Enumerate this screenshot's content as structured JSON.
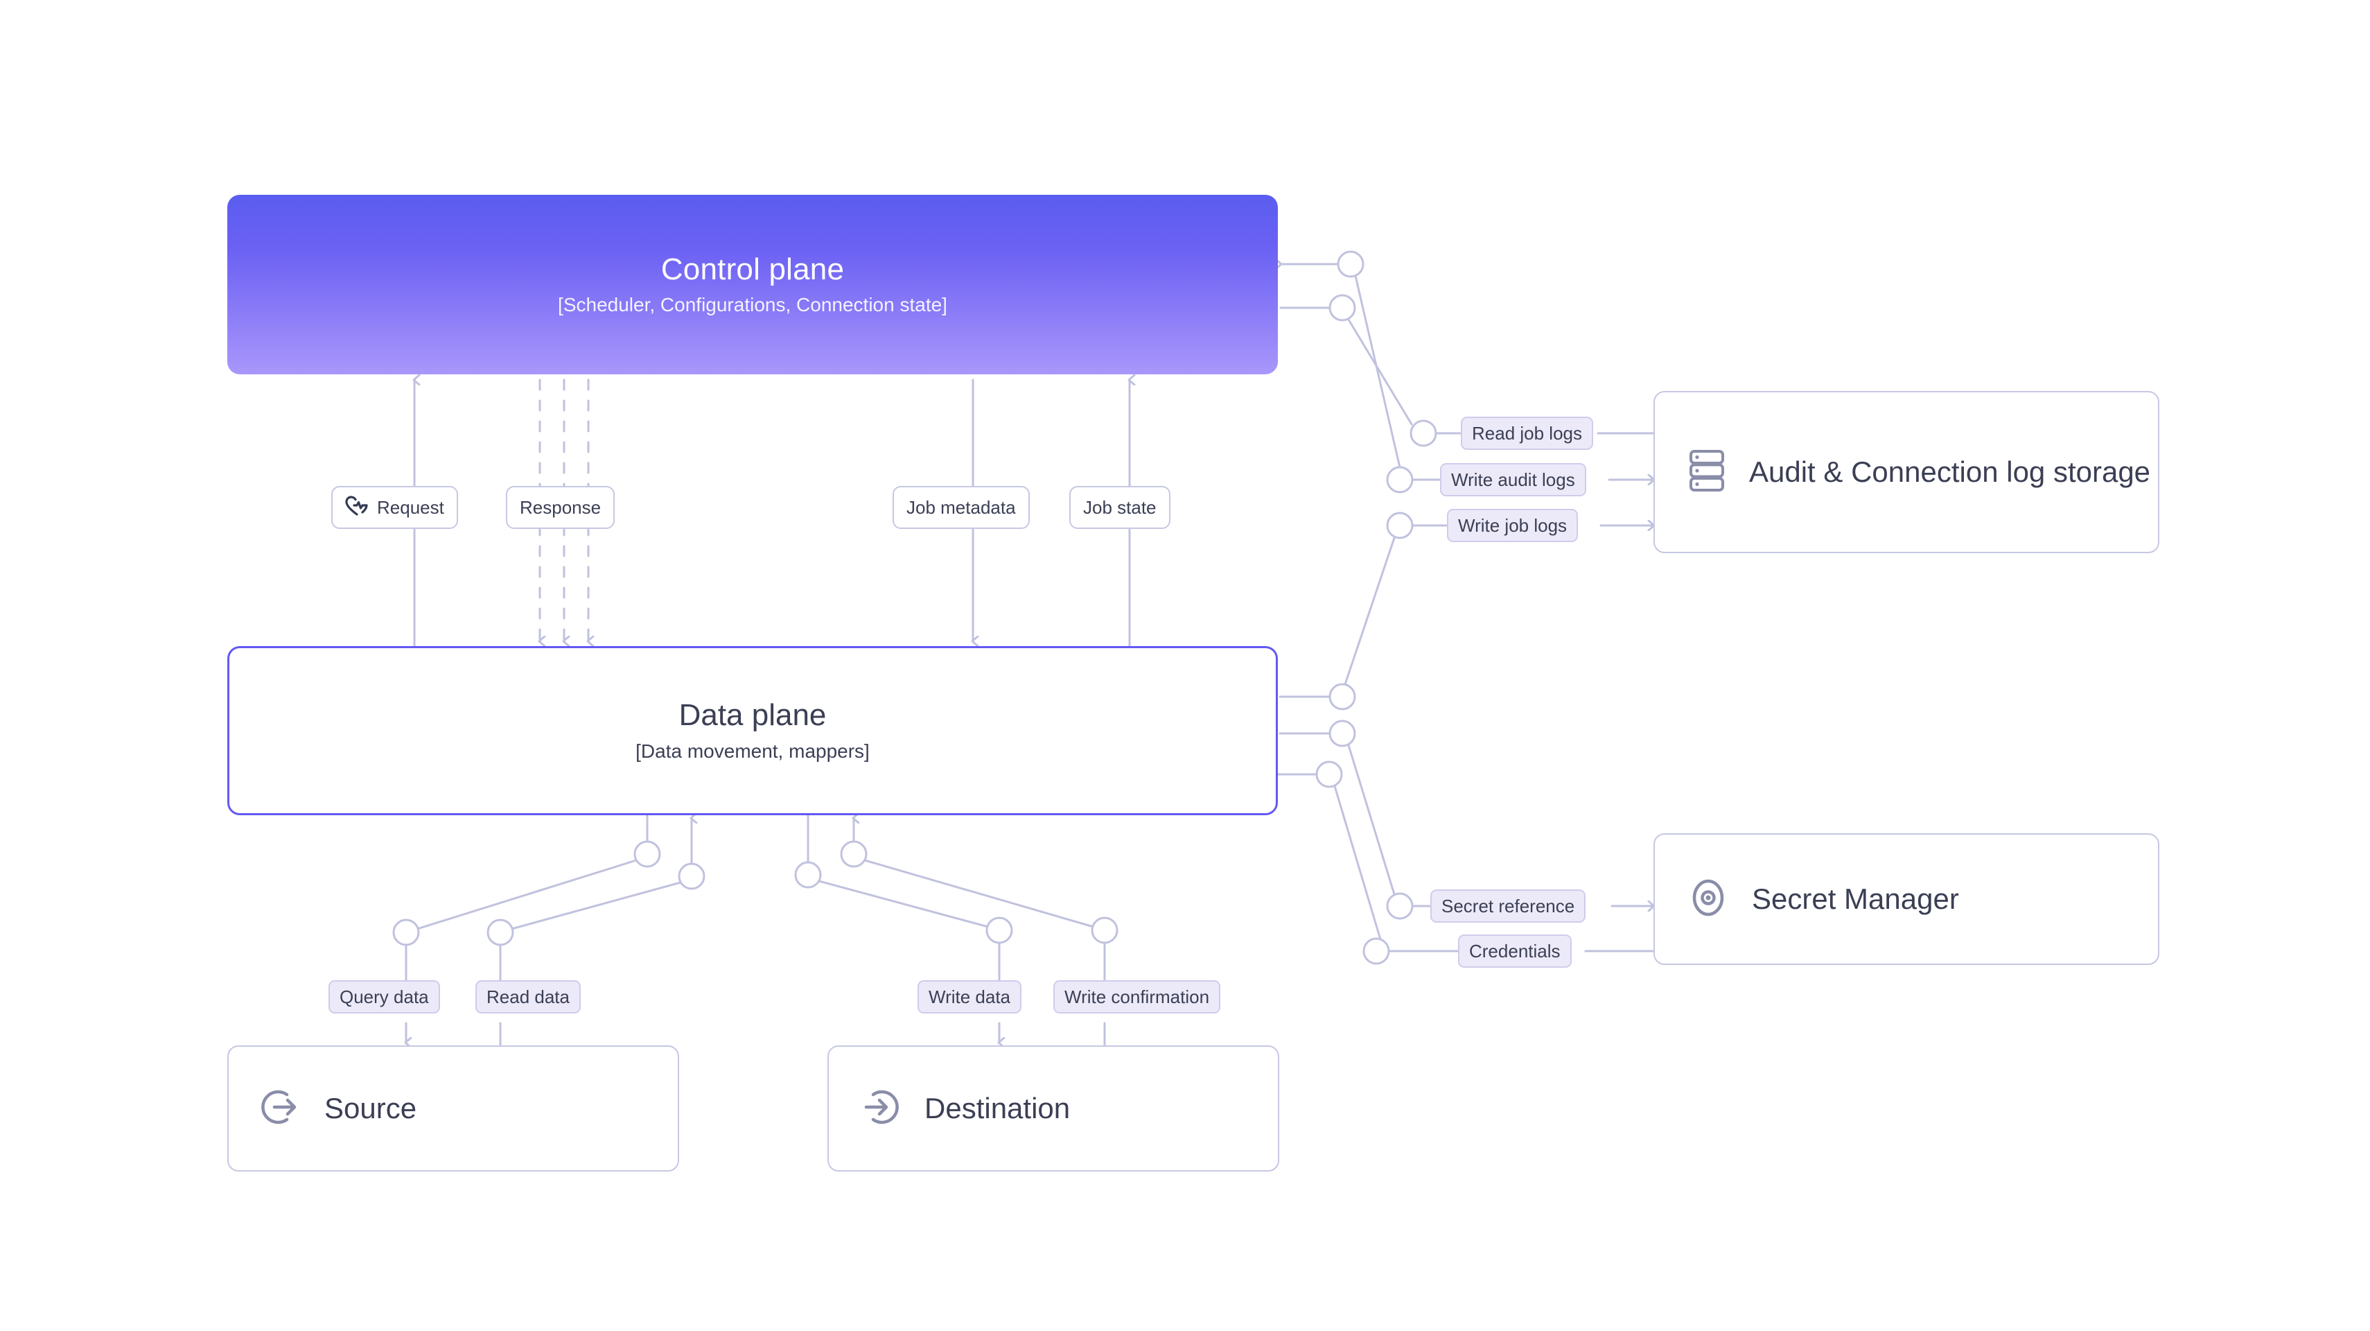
{
  "diagram": {
    "title_hidden": "",
    "colors": {
      "control_plane_gradient_top": "#5a5df0",
      "control_plane_gradient_bottom": "#a997fb",
      "data_plane_border": "#6359f2",
      "wire": "#c0c2de",
      "chip_bg": "#eceaf9",
      "chip_border": "#cfcceb",
      "card_border": "#c6c8e3",
      "text_dark": "#3b3f54",
      "background": "#ffffff"
    }
  },
  "control_plane": {
    "title": "Control plane",
    "subtitle": "[Scheduler, Configurations, Connection state]"
  },
  "data_plane": {
    "title": "Data plane",
    "subtitle": "[Data movement, mappers]"
  },
  "services": {
    "audit": {
      "label": "Audit & Connection log storage",
      "icon": "server-stack-icon"
    },
    "secret": {
      "label": "Secret Manager",
      "icon": "eye-target-icon"
    }
  },
  "nodes": {
    "source": {
      "label": "Source",
      "icon": "arrow-out-circle-icon"
    },
    "destination": {
      "label": "Destination",
      "icon": "arrow-in-circle-icon"
    }
  },
  "edge_labels": {
    "request": {
      "text": "Request",
      "icon": "heart-pulse-icon"
    },
    "response": {
      "text": "Response"
    },
    "job_metadata": {
      "text": "Job metadata"
    },
    "job_state": {
      "text": "Job state"
    },
    "read_job_logs": {
      "text": "Read job logs"
    },
    "write_audit_logs": {
      "text": "Write audit logs"
    },
    "write_job_logs": {
      "text": "Write job logs"
    },
    "secret_reference": {
      "text": "Secret reference"
    },
    "credentials": {
      "text": "Credentials"
    },
    "query_data": {
      "text": "Query data"
    },
    "read_data": {
      "text": "Read data"
    },
    "write_data": {
      "text": "Write data"
    },
    "write_confirmation": {
      "text": "Write confirmation"
    }
  }
}
